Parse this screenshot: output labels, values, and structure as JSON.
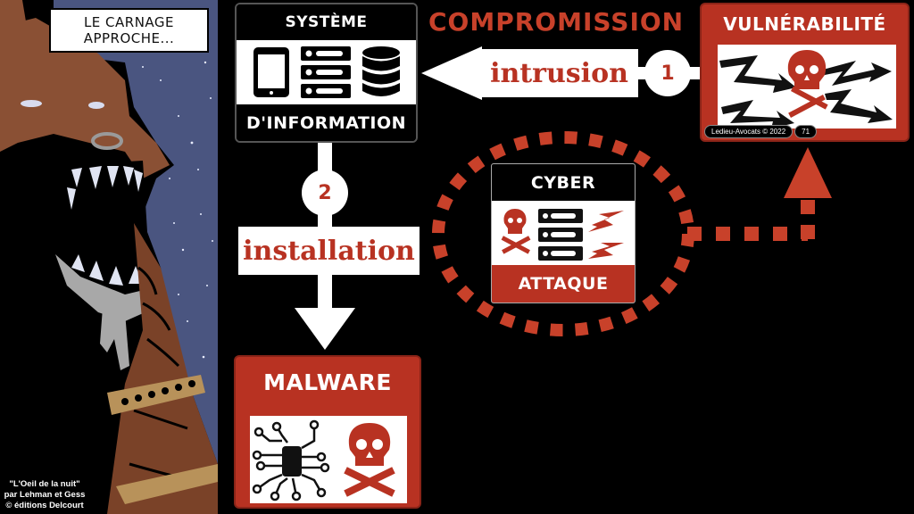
{
  "comic": {
    "caption": "LE CARNAGE\nAPPROCHE...",
    "caption_line1": "LE CARNAGE",
    "caption_line2": "APPROCHE...",
    "credits_line1": "\"L'Oeil de la nuit\"",
    "credits_line2": "par Lehman et Gess",
    "credits_line3": "©  éditions Delcourt"
  },
  "diagram": {
    "title": "COMPROMISSION",
    "system_card": {
      "top": "SYSTÈME",
      "bottom": "D'INFORMATION",
      "icons": [
        "smartphone-icon",
        "server-rack-icon",
        "database-icon"
      ]
    },
    "vulnerability_card": {
      "title": "VULNÉRABILITÉ",
      "icons": [
        "skull-crossbones-icon",
        "lightning-arrow-icon"
      ]
    },
    "cyber_card": {
      "top": "CYBER",
      "bottom": "ATTAQUE",
      "icons": [
        "skull-crossbones-icon",
        "server-rack-icon",
        "lightning-arrow-icon"
      ]
    },
    "malware_card": {
      "title": "MALWARE",
      "icons": [
        "circuit-chip-icon",
        "skull-crossbones-icon"
      ]
    },
    "steps": [
      {
        "number": "1",
        "label": "intrusion"
      },
      {
        "number": "2",
        "label": "installation"
      }
    ],
    "watermark": {
      "author": "Ledieu-Avocats  ©  2022",
      "page": "71"
    }
  },
  "colors": {
    "accent_red": "#b83222",
    "title_red": "#c8412a",
    "background": "#000000",
    "night_sky": "#4a5580",
    "monster_brown": "#8a5034"
  }
}
